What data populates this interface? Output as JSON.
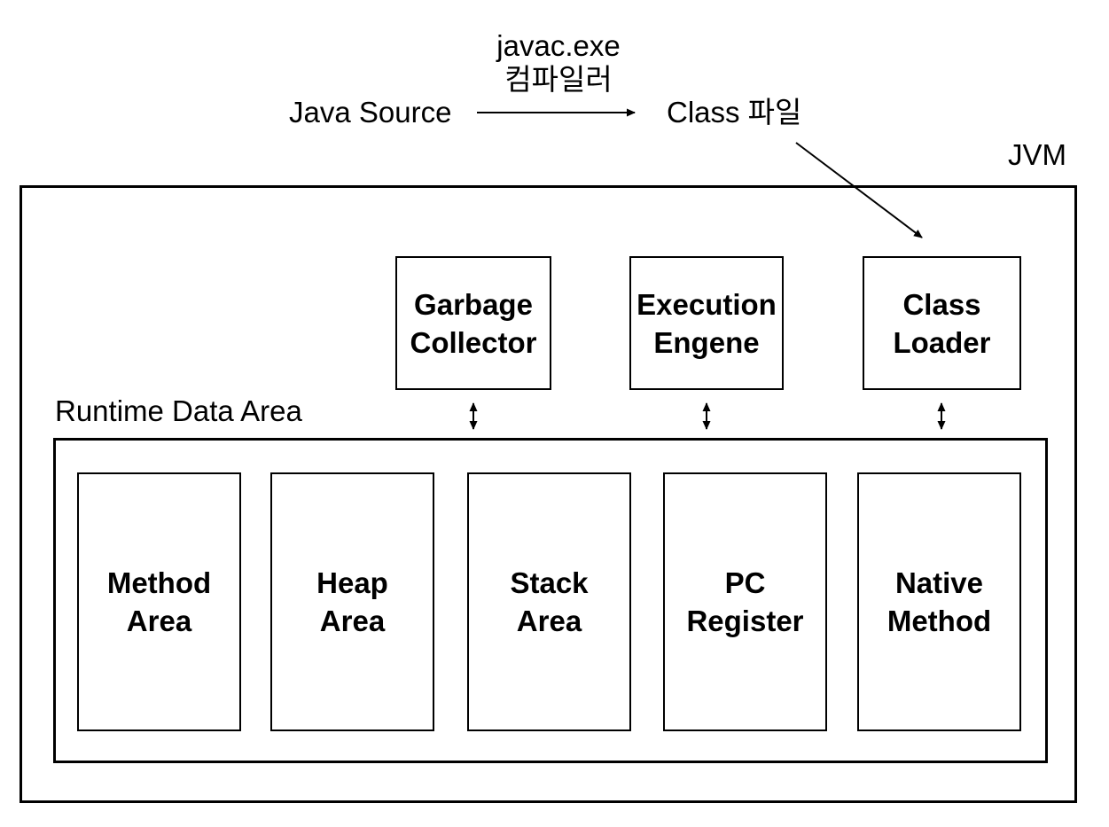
{
  "compile_flow": {
    "compiler_label": "javac.exe\n컴파일러",
    "source_label": "Java Source",
    "output_label": "Class 파일"
  },
  "jvm": {
    "title": "JVM",
    "components": [
      {
        "label": "Garbage\nCollector"
      },
      {
        "label": "Execution\nEngene"
      },
      {
        "label": "Class\nLoader"
      }
    ],
    "runtime_data_area": {
      "title": "Runtime Data Area",
      "areas": [
        {
          "label": "Method\nArea"
        },
        {
          "label": "Heap\nArea"
        },
        {
          "label": "Stack\nArea"
        },
        {
          "label": "PC\nRegister"
        },
        {
          "label": "Native\nMethod"
        }
      ]
    }
  },
  "colors": {
    "background": "#ffffff",
    "line": "#000000",
    "text": "#000000"
  }
}
